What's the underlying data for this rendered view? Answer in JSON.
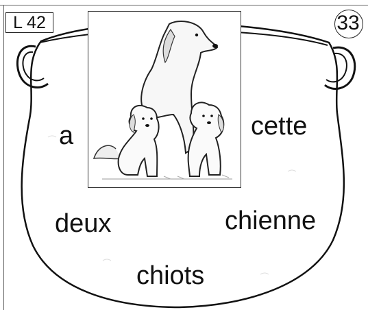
{
  "badge": {
    "lesson_label": "L 42",
    "page_number": "33"
  },
  "illustration": {
    "subject-icon": "dog-with-two-puppies-drawing"
  },
  "words": [
    {
      "text": "a"
    },
    {
      "text": "cette"
    },
    {
      "text": "deux"
    },
    {
      "text": "chienne"
    },
    {
      "text": "chiots"
    }
  ],
  "colors": {
    "ink": "#111111",
    "background": "#ffffff"
  }
}
